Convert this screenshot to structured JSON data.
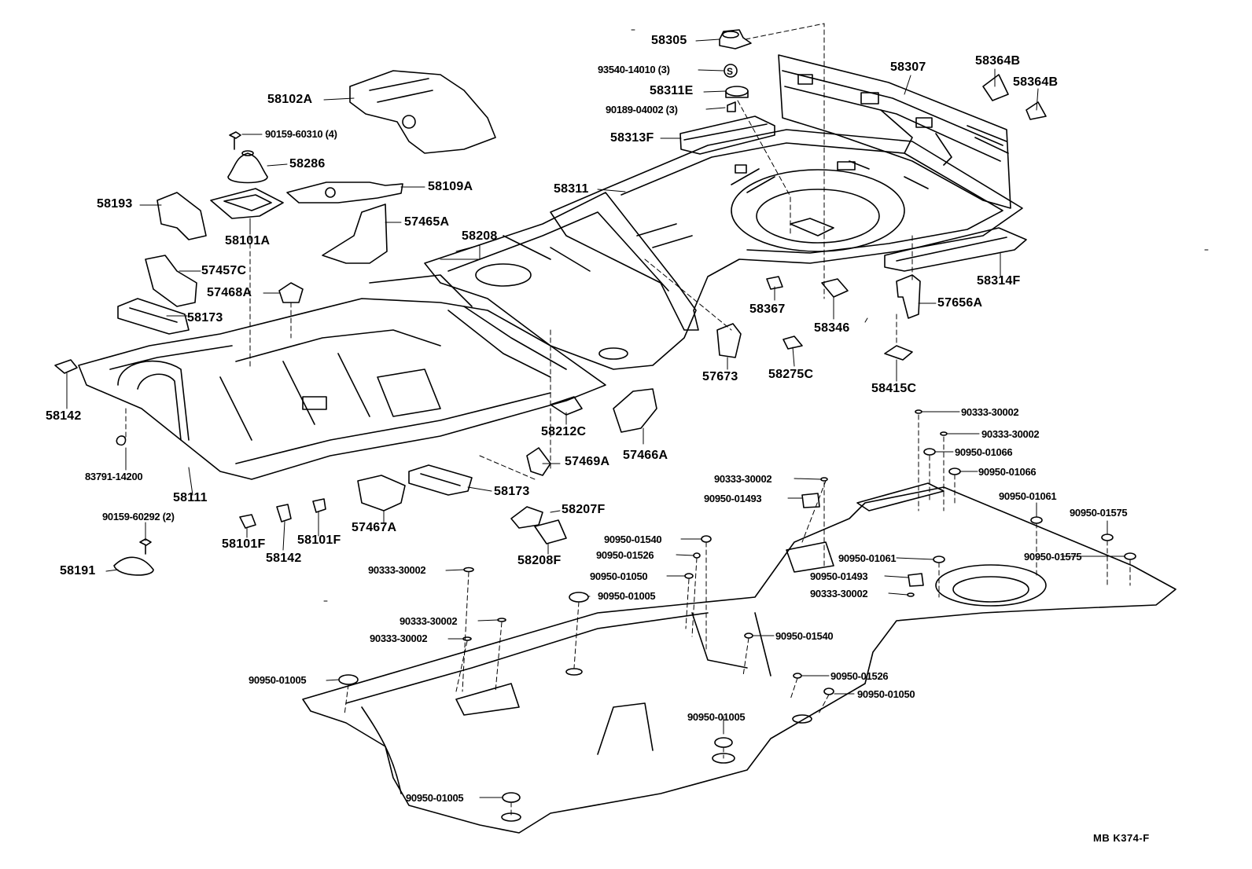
{
  "figure_code": "MB  K374-F",
  "parts": {
    "p58305": "58305",
    "p93540": "93540-14010 (3)",
    "p58311E": "58311E",
    "p90189": "90189-04002 (3)",
    "p58307": "58307",
    "p58364B_1": "58364B",
    "p58364B_2": "58364B",
    "p58313F": "58313F",
    "p58311": "58311",
    "p58314F": "58314F",
    "p58102A": "58102A",
    "p90159_60310": "90159-60310 (4)",
    "p58286": "58286",
    "p58109A": "58109A",
    "p58193": "58193",
    "p58101A": "58101A",
    "p57465A": "57465A",
    "p58208": "58208",
    "p57457C": "57457C",
    "p57468A": "57468A",
    "p58173_1": "58173",
    "p58367": "58367",
    "p58346": "58346",
    "p57656A": "57656A",
    "p57673": "57673",
    "p58275C": "58275C",
    "p58415C": "58415C",
    "p58142_1": "58142",
    "p58212C": "58212C",
    "p57466A": "57466A",
    "p57469A": "57469A",
    "p83791": "83791-14200",
    "p58111": "58111",
    "p58173_2": "58173",
    "p58207F": "58207F",
    "p90159_60292": "90159-60292 (2)",
    "p58101F_1": "58101F",
    "p58142_2": "58142",
    "p58101F_2": "58101F",
    "p57467A": "57467A",
    "p58208F": "58208F",
    "p58191": "58191",
    "p90333_a": "90333-30002",
    "p90333_b": "90333-30002",
    "p90950_01066_a": "90950-01066",
    "p90950_01066_b": "90950-01066",
    "p90333_c": "90333-30002",
    "p90950_01493_a": "90950-01493",
    "p90950_01061_a": "90950-01061",
    "p90950_01575_a": "90950-01575",
    "p90950_01540_a": "90950-01540",
    "p90950_01526_a": "90950-01526",
    "p90950_01050_a": "90950-01050",
    "p90950_01005_a": "90950-01005",
    "p90333_d": "90333-30002",
    "p90950_01061_b": "90950-01061",
    "p90950_01575_b": "90950-01575",
    "p90950_01493_b": "90950-01493",
    "p90333_e": "90333-30002",
    "p90333_f": "90333-30002",
    "p90333_g": "90333-30002",
    "p90950_01540_b": "90950-01540",
    "p90950_01526_b": "90950-01526",
    "p90950_01050_b": "90950-01050",
    "p90950_01005_b": "90950-01005",
    "p90950_01005_c": "90950-01005",
    "p90950_01005_d": "90950-01005"
  }
}
